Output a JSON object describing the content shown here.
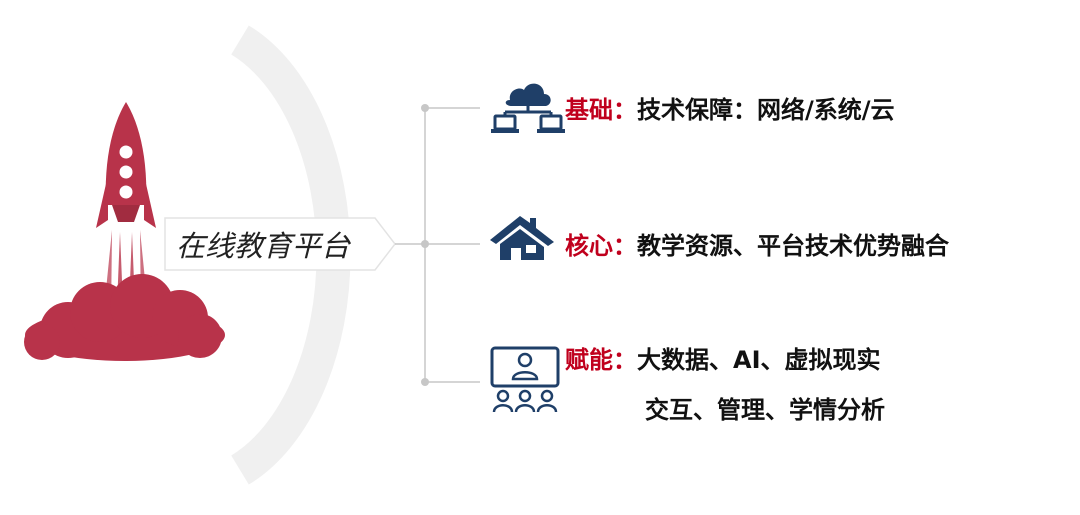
{
  "center_label": "在线教育平台",
  "colors": {
    "accent_red": "#c0001d",
    "rocket_red": "#b8334a",
    "icon_navy": "#1f3f68",
    "line_gray": "#c7c7c7"
  },
  "icons": [
    "rocket-icon",
    "network-icon",
    "house-icon",
    "presenter-audience-icon"
  ],
  "branches": [
    {
      "key": "基础",
      "sep": "：",
      "text": "技术保障：网络/系统/云"
    },
    {
      "key": "核心",
      "sep": "：",
      "text": "教学资源、平台技术优势融合"
    },
    {
      "key": "赋能",
      "sep": "：",
      "text": "大数据、AI、虚拟现实",
      "text2": "交互、管理、学情分析"
    }
  ]
}
